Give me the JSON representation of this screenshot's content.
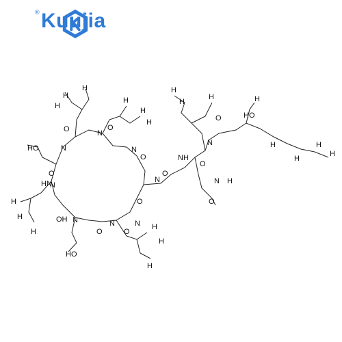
{
  "brand": {
    "name": "Kuujia",
    "registered_mark": "®",
    "color": "#2f7bd6"
  },
  "structure": {
    "atom_label_color": "#111111",
    "labels": {
      "ring_N": "N",
      "ring_O": "O",
      "ring_H": "H",
      "OH": "OH",
      "HO": "HO",
      "HN": "HN",
      "NH": "NH",
      "NH2_N": "N",
      "NH2_H": "H",
      "methyl_H": "H"
    }
  }
}
